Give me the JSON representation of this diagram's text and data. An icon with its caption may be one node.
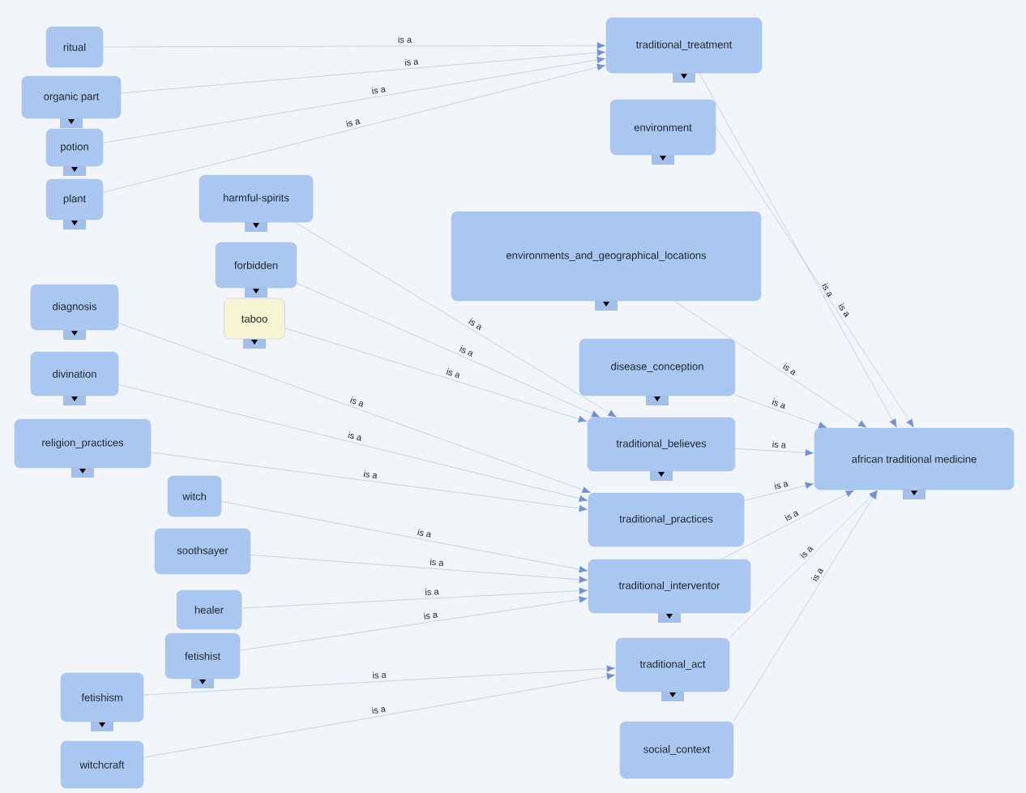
{
  "diagram": {
    "nodes": [
      {
        "text": [
          "ritual"
        ]
      },
      {
        "text": [
          "organic part"
        ]
      },
      {
        "text": [
          "potion"
        ]
      },
      {
        "text": [
          "plant"
        ]
      },
      {
        "text": [
          "harmful-spirits"
        ]
      },
      {
        "text": [
          "forbidden"
        ]
      },
      {
        "text": [
          "taboo"
        ]
      },
      {
        "text": [
          "diagnosis"
        ]
      },
      {
        "text": [
          "divination"
        ]
      },
      {
        "text": [
          "religion_practices"
        ]
      },
      {
        "text": [
          "witch"
        ]
      },
      {
        "text": [
          "soothsayer"
        ]
      },
      {
        "text": [
          "healer"
        ]
      },
      {
        "text": [
          "fetishist"
        ]
      },
      {
        "text": [
          "fetishism"
        ]
      },
      {
        "text": [
          "witchcraft"
        ]
      },
      {
        "text": [
          "traditional_treatment"
        ]
      },
      {
        "text": [
          "environment"
        ]
      },
      {
        "text": [
          "environments_and_geographical_locations"
        ]
      },
      {
        "text": [
          "disease_conception"
        ]
      },
      {
        "text": [
          "traditional_believes"
        ]
      },
      {
        "text": [
          "traditional_practices"
        ]
      },
      {
        "text": [
          "traditional_interventor"
        ]
      },
      {
        "text": [
          "traditional_act"
        ]
      },
      {
        "text": [
          "social_context"
        ]
      },
      {
        "text": [
          "african traditional medicine"
        ]
      }
    ],
    "edges": [
      {
        "from": 0,
        "to": 16,
        "arrow": "to",
        "label": "is a"
      },
      {
        "from": 1,
        "to": 16,
        "arrow": "to",
        "label": "is a"
      },
      {
        "from": 2,
        "to": 16,
        "arrow": "to",
        "label": "is a"
      },
      {
        "from": 3,
        "to": 16,
        "arrow": "to",
        "label": "is a"
      },
      {
        "from": 4,
        "to": 20,
        "arrow": "to",
        "label": "is a"
      },
      {
        "from": 5,
        "to": 20,
        "arrow": "to",
        "label": "is a"
      },
      {
        "from": 6,
        "to": 20,
        "arrow": "to",
        "label": "is a"
      },
      {
        "from": 7,
        "to": 21,
        "arrow": "to",
        "label": "is a"
      },
      {
        "from": 8,
        "to": 21,
        "arrow": "to",
        "label": "is a"
      },
      {
        "from": 9,
        "to": 21,
        "arrow": "to",
        "label": "is a"
      },
      {
        "from": 10,
        "to": 22,
        "arrow": "to",
        "label": "is a"
      },
      {
        "from": 11,
        "to": 22,
        "arrow": "to",
        "label": "is a"
      },
      {
        "from": 12,
        "to": 22,
        "arrow": "to",
        "label": "is a"
      },
      {
        "from": 13,
        "to": 22,
        "arrow": "to",
        "label": "is a"
      },
      {
        "from": 14,
        "to": 23,
        "arrow": "to",
        "label": "is a"
      },
      {
        "from": 15,
        "to": 23,
        "arrow": "to",
        "label": "is a"
      },
      {
        "from": 16,
        "to": 25,
        "arrow": "to",
        "label": "is a"
      },
      {
        "from": 17,
        "to": 25,
        "arrow": "to",
        "label": "is a"
      },
      {
        "from": 18,
        "to": 25,
        "arrow": "to",
        "label": "is a"
      },
      {
        "from": 19,
        "to": 25,
        "arrow": "to",
        "label": "is a"
      },
      {
        "from": 20,
        "to": 25,
        "arrow": "to",
        "label": "is a"
      },
      {
        "from": 21,
        "to": 25,
        "arrow": "to",
        "label": "is a"
      },
      {
        "from": 22,
        "to": 25,
        "arrow": "to",
        "label": "is a"
      },
      {
        "from": 23,
        "to": 25,
        "arrow": "to",
        "label": "is a"
      },
      {
        "from": 24,
        "to": 25,
        "arrow": "to",
        "label": "is a"
      }
    ]
  }
}
